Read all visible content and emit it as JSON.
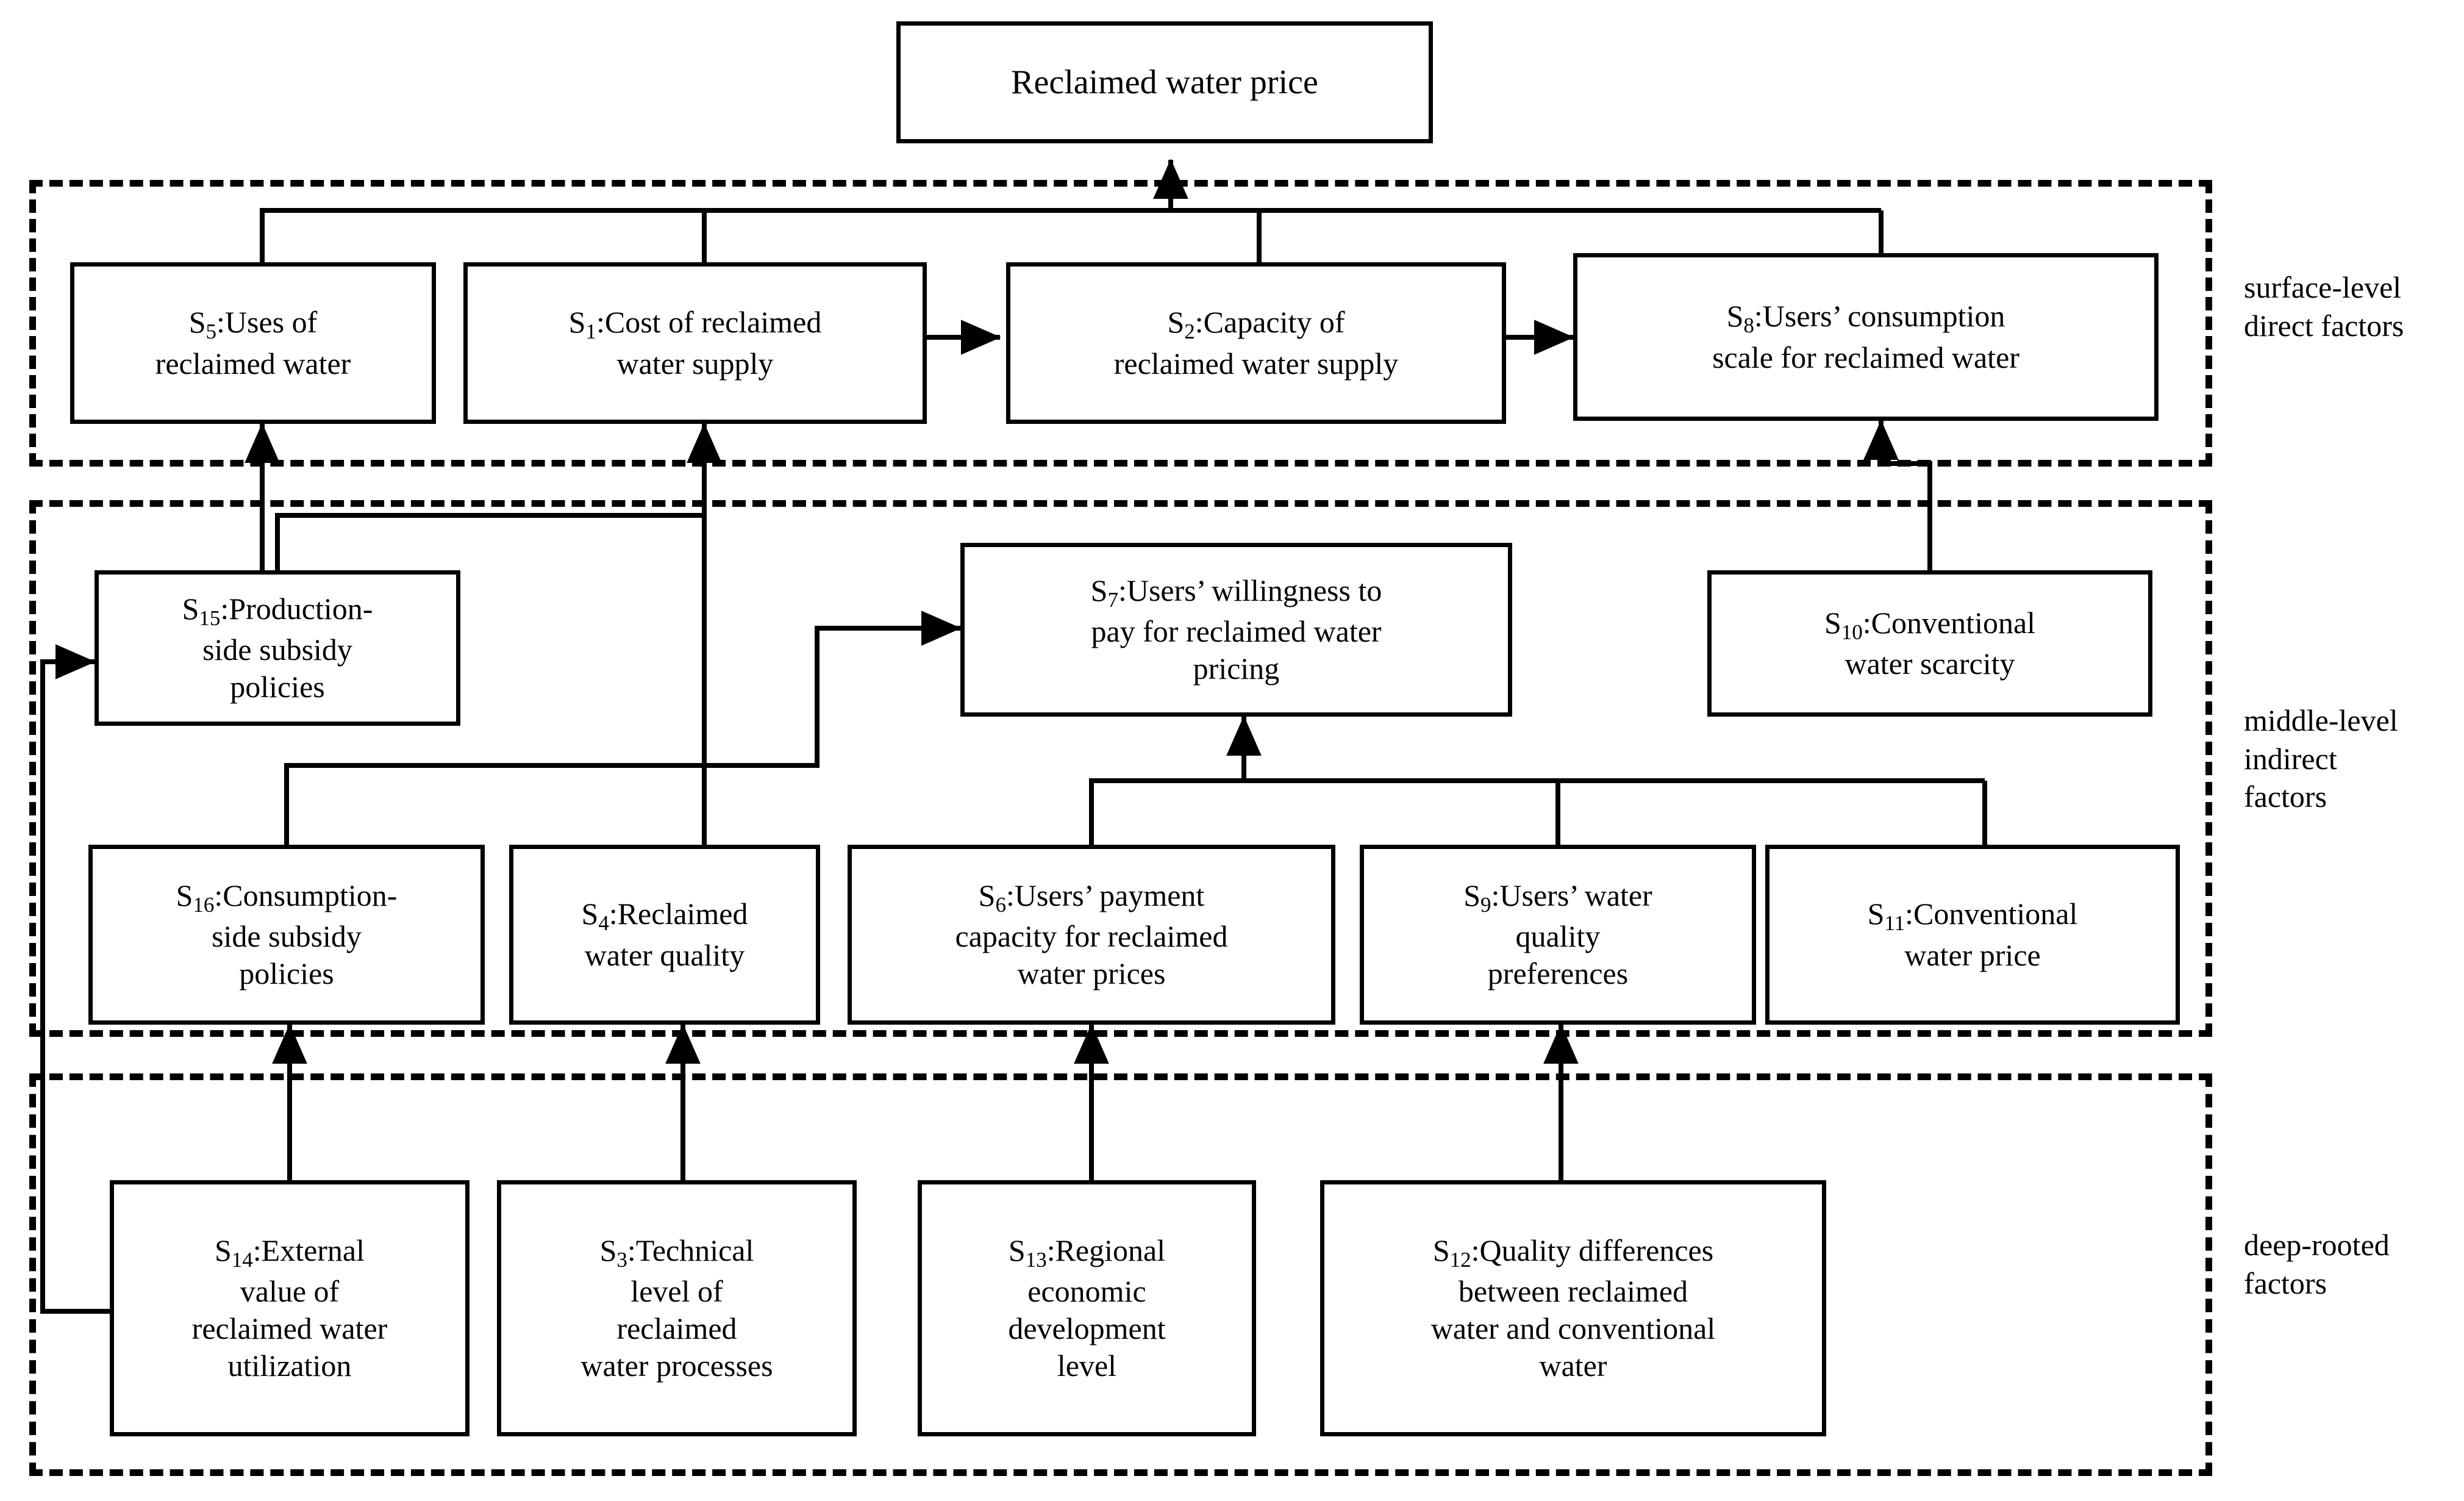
{
  "diagram": {
    "title_node": {
      "label": "Reclaimed water price"
    },
    "bands": [
      {
        "id": "surface",
        "label": "surface-level\ndirect factors",
        "label_line1": "surface-level",
        "label_line2": "direct factors"
      },
      {
        "id": "middle",
        "label": "middle-level indirect factors",
        "label_line1": "middle-level",
        "label_line2": "indirect",
        "label_line3": "factors"
      },
      {
        "id": "deep",
        "label": "deep-rooted factors",
        "label_line1": "deep-rooted",
        "label_line2": "factors"
      }
    ],
    "nodes": [
      {
        "id": "S5",
        "code": "S",
        "sub": "5",
        "text": ":Uses of reclaimed water",
        "full": "S5:Uses of reclaimed water"
      },
      {
        "id": "S1",
        "code": "S",
        "sub": "1",
        "text": ":Cost of reclaimed water supply",
        "full": "S1:Cost of reclaimed water supply"
      },
      {
        "id": "S2",
        "code": "S",
        "sub": "2",
        "text": ":Capacity of reclaimed water supply",
        "full": "S2:Capacity of reclaimed water supply"
      },
      {
        "id": "S8",
        "code": "S",
        "sub": "8",
        "text": ":Users’ consumption scale for reclaimed water",
        "full": "S8:Users’ consumption scale for reclaimed water"
      },
      {
        "id": "S15",
        "code": "S",
        "sub": "15",
        "text": ":Production-side subsidy policies",
        "full": "S15:Production-side subsidy policies"
      },
      {
        "id": "S7",
        "code": "S",
        "sub": "7",
        "text": ":Users’ willingness to pay for reclaimed water pricing",
        "full": "S7:Users’ willingness to pay for reclaimed water pricing"
      },
      {
        "id": "S10",
        "code": "S",
        "sub": "10",
        "text": ":Conventional water scarcity",
        "full": "S10:Conventional water scarcity"
      },
      {
        "id": "S16",
        "code": "S",
        "sub": "16",
        "text": ":Consumption-side subsidy policies",
        "full": "S16:Consumption-side subsidy policies"
      },
      {
        "id": "S4",
        "code": "S",
        "sub": "4",
        "text": ":Reclaimed water quality",
        "full": "S4:Reclaimed water quality"
      },
      {
        "id": "S6",
        "code": "S",
        "sub": "6",
        "text": ":Users’ payment capacity for reclaimed water prices",
        "full": "S6:Users’ payment capacity for reclaimed water prices"
      },
      {
        "id": "S9",
        "code": "S",
        "sub": "9",
        "text": ":Users’ water quality preferences",
        "full": "S9:Users’ water quality preferences"
      },
      {
        "id": "S11",
        "code": "S",
        "sub": "11",
        "text": ":Conventional water price",
        "full": "S11:Conventional water price"
      },
      {
        "id": "S14",
        "code": "S",
        "sub": "14",
        "text": ":External value of reclaimed water utilization",
        "full": "S14:External value of reclaimed water utilization"
      },
      {
        "id": "S3",
        "code": "S",
        "sub": "3",
        "text": ":Technical level of reclaimed water processes",
        "full": "S3:Technical level of reclaimed water processes"
      },
      {
        "id": "S13",
        "code": "S",
        "sub": "13",
        "text": ":Regional economic development level",
        "full": "S13:Regional economic development level"
      },
      {
        "id": "S12",
        "code": "S",
        "sub": "12",
        "text": ":Quality differences between reclaimed water and conventional water",
        "full": "S12:Quality differences between reclaimed water and conventional water"
      }
    ],
    "edges": [
      {
        "from": "surface-bus",
        "to": "Reclaimed water price",
        "type": "arrow-up"
      },
      {
        "from": "S5",
        "to": "surface-bus",
        "type": "line"
      },
      {
        "from": "S1",
        "to": "surface-bus",
        "type": "line"
      },
      {
        "from": "S2",
        "to": "surface-bus",
        "type": "line"
      },
      {
        "from": "S8",
        "to": "surface-bus",
        "type": "line"
      },
      {
        "from": "S1",
        "to": "S2",
        "type": "double-arrow"
      },
      {
        "from": "S2",
        "to": "S8",
        "type": "double-arrow"
      },
      {
        "from": "S15",
        "to": "S5",
        "type": "arrow-up"
      },
      {
        "from": "S15",
        "to": "S1",
        "type": "arrow-up"
      },
      {
        "from": "S4",
        "to": "S1",
        "type": "arrow-up"
      },
      {
        "from": "S16",
        "to": "S7",
        "type": "arrow-right"
      },
      {
        "from": "S6",
        "to": "S7",
        "type": "arrow-up"
      },
      {
        "from": "S9",
        "to": "S7",
        "type": "arrow-up"
      },
      {
        "from": "S11",
        "to": "S7",
        "type": "arrow-up"
      },
      {
        "from": "S10",
        "to": "S8",
        "type": "arrow-up"
      },
      {
        "from": "S14",
        "to": "S16",
        "type": "arrow-up"
      },
      {
        "from": "S14",
        "to": "S15",
        "type": "arrow-right"
      },
      {
        "from": "S3",
        "to": "S4",
        "type": "arrow-up"
      },
      {
        "from": "S13",
        "to": "S6",
        "type": "arrow-up"
      },
      {
        "from": "S12",
        "to": "S9",
        "type": "arrow-up"
      }
    ]
  }
}
